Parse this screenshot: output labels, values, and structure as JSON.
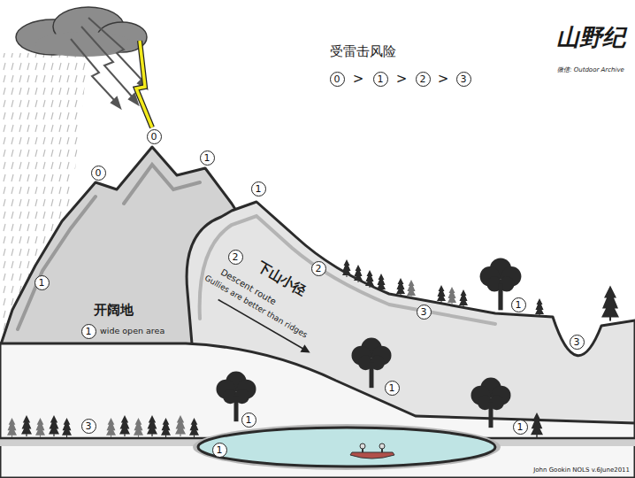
{
  "diagram": {
    "nodes": [
      {
        "text": [
          "0"
        ]
      },
      {
        "text": [
          "1"
        ]
      },
      {
        "text": [
          "2"
        ]
      },
      {
        "text": [
          "3"
        ]
      },
      {
        "text": [
          "0"
        ]
      },
      {
        "text": [
          "1"
        ]
      },
      {
        "text": [
          "0"
        ]
      },
      {
        "text": [
          "1"
        ]
      },
      {
        "text": [
          "2"
        ]
      },
      {
        "text": [
          "2"
        ]
      },
      {
        "text": [
          "1"
        ]
      },
      {
        "text": [
          "3"
        ]
      },
      {
        "text": [
          "1"
        ]
      },
      {
        "text": [
          "1"
        ]
      },
      {
        "text": [
          "3"
        ]
      },
      {
        "text": [
          "1"
        ]
      },
      {
        "text": [
          "3"
        ]
      },
      {
        "text": [
          "1"
        ]
      },
      {
        "text": [
          "1"
        ]
      },
      {
        "text": [
          "1"
        ]
      }
    ],
    "labels": [
      "受雷击风险",
      ">",
      ">",
      ">",
      "山野纪",
      "微信: Outdoor Archive",
      "下山小径",
      "Descent route",
      "Gullies are better than ridges",
      "开阔地",
      "wide open area",
      "John Gookin NOLS v.6June2011"
    ]
  }
}
